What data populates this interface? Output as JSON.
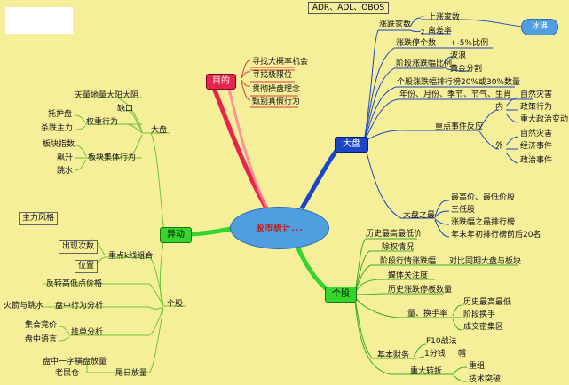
{
  "center": {
    "label": "股市统计..."
  },
  "top_box": "ADR、ADL、OBOS",
  "cloud_node": "冰沸",
  "goal": {
    "label": "目的",
    "items": [
      "寻找大概率机会",
      "寻找极限位",
      "贯彻操盘理念",
      "甄别真假行为"
    ]
  },
  "dapan": {
    "label": "大盘",
    "zhangdie_count": "涨跌家数",
    "shang_zhangshu": "上涨家数",
    "libi_lv": "离差率",
    "num1": "1",
    "num2": "2",
    "zhangdie_ting": "涨跌停个数",
    "pct5": "+-5%比例",
    "jieduan": "阶段涨跌幅比例",
    "bodong": "波浪",
    "huangjin": "黄金分割",
    "gegu": "个股涨跌幅排行榜20%或30%数量",
    "nianfen": "年份、月份、季节、节气、生肖",
    "zhongdian": "重点事件反应",
    "nei": "内",
    "wai": "外",
    "nei_items": [
      "自然灾害",
      "政策行为",
      "重大政治变动"
    ],
    "wai_items": [
      "自然灾害",
      "经济事件",
      "政治事件"
    ],
    "dapan_zhizui": "大盘之最",
    "zui_items": [
      "最高价、最低价股",
      "三低股",
      "涨跌幅之最排行榜",
      "年末年初排行榜前后20名"
    ]
  },
  "gegu_node": {
    "label": "个股",
    "items": [
      "历史最高最低价",
      "除权情况",
      "阶段行情涨跌幅",
      "媒体关注度",
      "历史涨跌停板数量",
      "量、换手率",
      "基本财务",
      "重大转折"
    ],
    "compare": "对比同期大盘与板块",
    "liang_items": [
      "历史最高最低",
      "阶段换手",
      "成交密集区"
    ],
    "f10": "F10战法",
    "fen1": "1分钱",
    "mao": "帽",
    "zhongzu": "重组",
    "jishu": "技术突破"
  },
  "yidong": {
    "label": "异动",
    "dapan": "大盘",
    "gegu": "个股",
    "tianliang": "天量地量大阳大阴",
    "quekou": "缺口",
    "quanzhong": "权重行为",
    "tuohupan": "托护盘",
    "shadie": "杀跌主力",
    "bankuai_zhishu": "板块指数",
    "biaosheng": "飙升",
    "tiaoshui": "跳水",
    "bankuai_jiti": "板块集体行为",
    "zhuli_fengge": "主力风格",
    "chuxian": "出现次数",
    "weizhi": "位置",
    "zhongdian_k": "重点k线组合",
    "fanzhuan": "反转高低点价格",
    "huojian": "火箭与跳水",
    "panzhong": "盘中行为分析",
    "jihe": "集合竞价",
    "panzhong_yuyan": "盘中语言",
    "guadan": "挂单分析",
    "yizi": "盘中一字横盘放量",
    "laoshu": "老鼠仓",
    "weiri": "尾日放量"
  }
}
